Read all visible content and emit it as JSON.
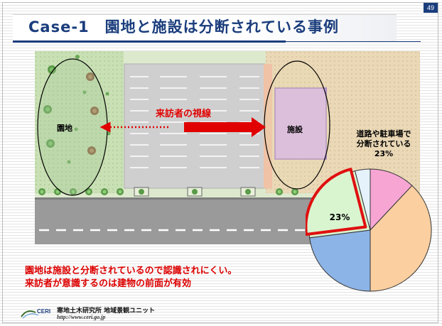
{
  "page_number": "49",
  "title": "Case-1　園地と施設は分断されている事例",
  "scene": {
    "park_label": "園地",
    "facility_label": "施設",
    "sightline_label": "来訪者の視線"
  },
  "pie": {
    "caption_line1": "道路や駐車場で",
    "caption_line2": "分断されている",
    "caption_value": "23%",
    "highlight_label": "23%",
    "colors": {
      "pink": "#f7a6d4",
      "orange": "#fbcfa0",
      "blue": "#8db4e6",
      "green": "#d8f5d0",
      "lightblue": "#e6f2fb",
      "highlight_border": "#e01010"
    }
  },
  "chart_data": {
    "type": "pie",
    "values": [
      12,
      38,
      23,
      23,
      4
    ],
    "labels": [
      "",
      "",
      "",
      "23%",
      ""
    ],
    "colors": [
      "#f7a6d4",
      "#fbcfa0",
      "#8db4e6",
      "#d8f5d0",
      "#e6f2fb"
    ]
  },
  "body_text": {
    "line1": "園地は施設と分断されているので認識されにくい。",
    "line2": "来訪者が意識するのは建物の前面が有効"
  },
  "footer": {
    "logo_text": "CERI",
    "org": "寒地土木研究所 地域景観ユニット",
    "url": "http://www.ceri.go.jp"
  }
}
